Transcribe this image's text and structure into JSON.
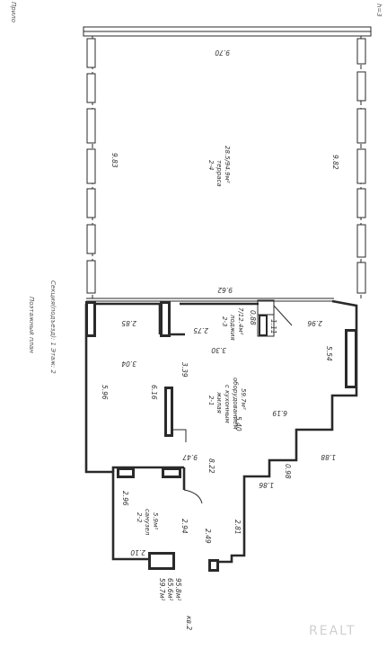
{
  "header": {
    "corner_left": "Прило",
    "corner_right": "h=3",
    "plan_title": "Поэтажный план",
    "section_floor": "Секция(подъезд): 1   Этаж: 2"
  },
  "rooms": {
    "terrace": {
      "id": "2-4",
      "name": "терраса",
      "area": "28.5/94.9м²"
    },
    "living": {
      "id": "2-1",
      "name": "жилая",
      "line1": "с кухонным",
      "line2": "оборудованием",
      "area": "59.7м²"
    },
    "loggia": {
      "id": "2-3",
      "name": "лоджия",
      "area": "7/12.4м²"
    },
    "bathroom": {
      "id": "2-2",
      "name": "санузел",
      "area": "5.9м²"
    }
  },
  "dimensions": {
    "terrace_top": "9.70",
    "terrace_left": "9.83",
    "terrace_right": "9.82",
    "terrace_bottom": "9.62",
    "d_285": "2.85",
    "d_275": "2.75",
    "d_330": "3.30",
    "d_088": "0.88",
    "d_111": "1.11",
    "d_296a": "2.96",
    "d_304": "3.04",
    "d_339": "3.39",
    "d_596": "5.96",
    "d_616": "6.16",
    "d_540": "5.40",
    "d_554": "5.54",
    "d_619": "6.19",
    "d_947": "9.47",
    "d_822": "8.22",
    "d_188": "1.88",
    "d_098": "0.98",
    "d_186": "1.86",
    "d_281": "2.81",
    "d_249": "2.49",
    "d_294": "2.94",
    "d_296b": "2.96",
    "d_210": "2.10"
  },
  "summary": {
    "area_living": "59.7м²",
    "area_total": "65.6м²",
    "area_all": "95.8м²",
    "apartment": "кв.2"
  },
  "watermark": "REALT"
}
